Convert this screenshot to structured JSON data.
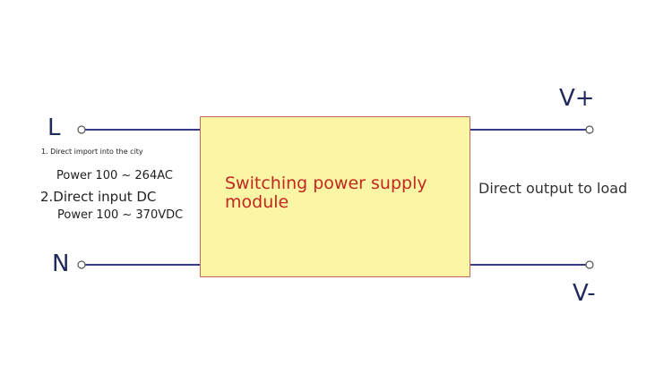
{
  "terminals": {
    "line_in": "L",
    "neutral_in": "N",
    "positive_out": "V+",
    "negative_out": "V-"
  },
  "input_notes": {
    "ac_heading": "1. Direct import into the city",
    "ac_range": "Power 100 ~ 264AC",
    "dc_heading": "2.Direct input DC",
    "dc_range": "Power 100 ~ 370VDC"
  },
  "module": {
    "label": "Switching power supply module",
    "fill_color": "#fbf5a6",
    "border_color": "#c06e5c",
    "label_color": "#c2281f"
  },
  "output_note": "Direct output to load",
  "colors": {
    "wire": "#3a3a8c",
    "terminal_text": "#1f2a5c"
  }
}
